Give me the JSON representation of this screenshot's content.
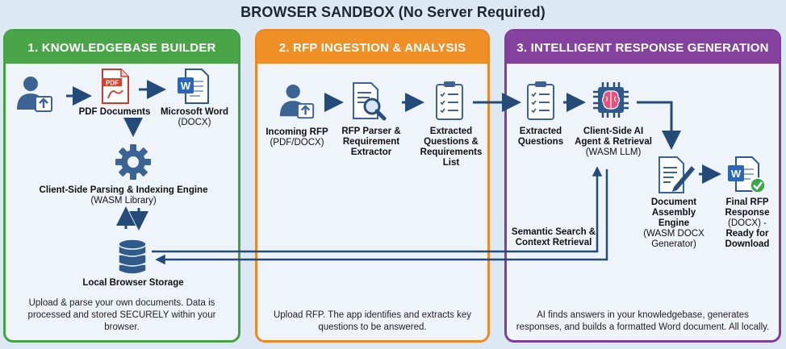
{
  "title": "BROWSER SANDBOX (No Server Required)",
  "panels": {
    "kb": {
      "header": "1. KNOWLEDGEBASE BUILDER",
      "pdf_label": "PDF Documents",
      "pdf_badge": "PDF",
      "word_label": "Microsoft Word",
      "word_sub": "(DOCX)",
      "word_badge": "W",
      "engine_label": "Client-Side Parsing & Indexing Engine",
      "engine_sub": "(WASM Library)",
      "storage_label": "Local Browser Storage",
      "footer": "Upload & parse your own documents. Data is processed and stored SECURELY within your browser."
    },
    "rfp": {
      "header": "2. RFP INGESTION & ANALYSIS",
      "incoming_label": "Incoming RFP",
      "incoming_sub": "(PDF/DOCX)",
      "parser_label": "RFP Parser & Requirement Extractor",
      "extracted_label": "Extracted Questions & Requirements List",
      "footer": "Upload RFP. The app identifies and extracts key questions to be answered."
    },
    "gen": {
      "header": "3. INTELLIGENT RESPONSE GENERATION",
      "questions_label": "Extracted Questions",
      "agent_label": "Client-Side AI Agent & Retrieval",
      "agent_sub": "(WASM LLM)",
      "search_label": "Semantic Search & Context Retrieval",
      "assembly_label": "Document Assembly Engine",
      "assembly_sub": "(WASM DOCX Generator)",
      "final_label": "Final RFP Response",
      "final_sub": "(DOCX) -",
      "final_ready": "Ready for Download",
      "final_badge": "W",
      "footer": "AI finds answers in your knowledgebase, generates responses, and builds a formatted Word document. All locally."
    }
  },
  "colors": {
    "green": "#4aa548",
    "orange": "#ef8f25",
    "purple": "#84419e",
    "arrow": "#244a78",
    "icon_blue": "#3b6494"
  }
}
